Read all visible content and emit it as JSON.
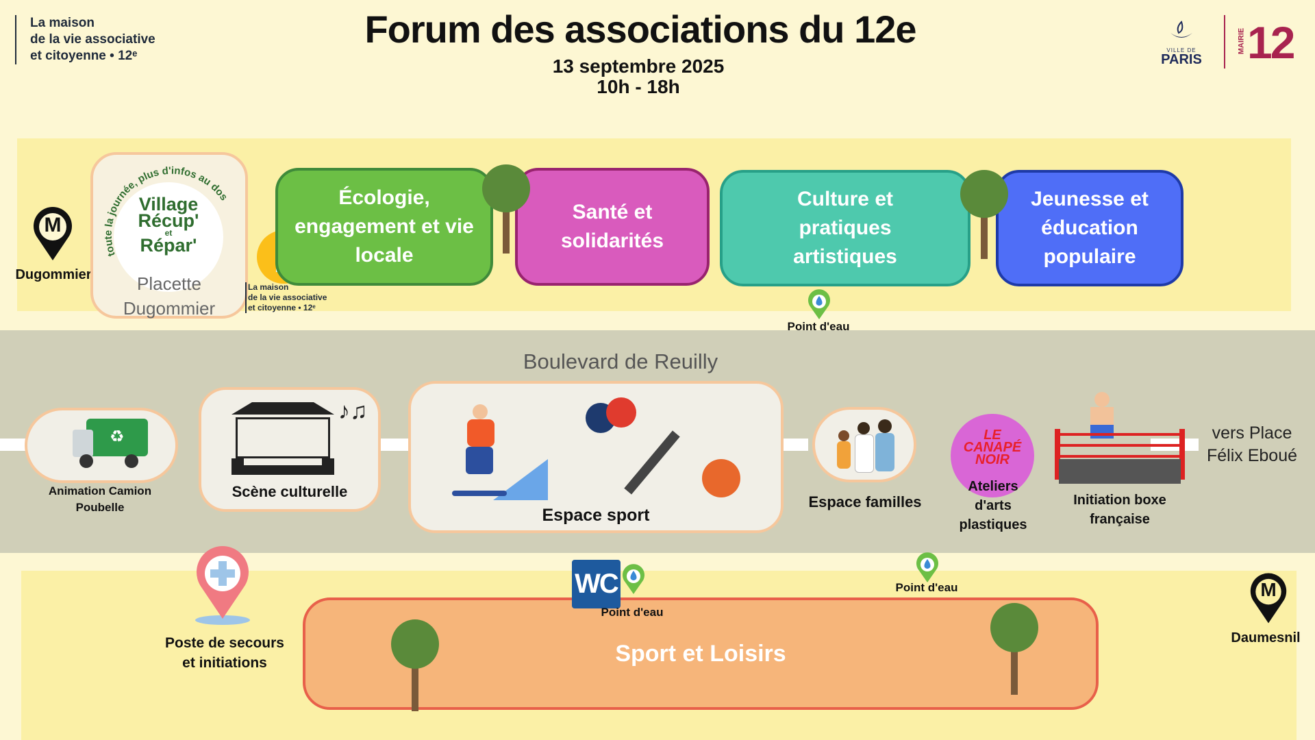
{
  "header": {
    "left_text": [
      "La maison",
      "de la vie associative",
      "et citoyenne • 12ᵉ"
    ],
    "title": "Forum des associations du 12e",
    "date": "13 septembre 2025",
    "hours": "10h - 18h",
    "paris_logo": [
      "VILLE DE",
      "PARIS"
    ],
    "mairie_logo": [
      "MAIRIE",
      "12"
    ]
  },
  "top_zones": [
    {
      "label": "Écologie, engagement et vie locale",
      "color": "#6cbf45"
    },
    {
      "label": "Santé et solidarités",
      "color": "#d95bbd"
    },
    {
      "label": "Culture et pratiques artistiques",
      "color": "#4ec9ad"
    },
    {
      "label": "Jeunesse et éducation populaire",
      "color": "#4f6ef7"
    }
  ],
  "village": {
    "arc_text": "toute la journée, plus d'infos au dos",
    "logo_text": [
      "Village",
      "Récup'",
      "et",
      "Répar'"
    ],
    "place": [
      "Placette",
      "Dugommier"
    ]
  },
  "info_point": {
    "mairie": "12",
    "text": [
      "La maison",
      "de la vie associative",
      "et citoyenne • 12ᵉ"
    ]
  },
  "metro": [
    {
      "letter": "M",
      "label": "Dugommier"
    },
    {
      "letter": "M",
      "label": "Daumesnil"
    }
  ],
  "water_points": [
    "Point d'eau",
    "Point d'eau",
    "Point d'eau"
  ],
  "road_label": "Boulevard de Reuilly",
  "road_items": {
    "camion": "Animation Camion Poubelle",
    "scene": "Scène culturelle",
    "sport": "Espace sport",
    "familles": "Espace familles",
    "canape": [
      "LE",
      "CANAPÉ",
      "NOIR"
    ],
    "ateliers": [
      "Ateliers",
      "d'arts",
      "plastiques"
    ],
    "boxe": [
      "Initiation boxe",
      "française"
    ],
    "direction": [
      "vers Place",
      "Félix Eboué"
    ]
  },
  "bottom": {
    "secours": [
      "Poste de secours",
      "et initiations"
    ],
    "wc": "WC",
    "zone": "Sport et Loisirs",
    "zone_color": "#f6b57a"
  }
}
